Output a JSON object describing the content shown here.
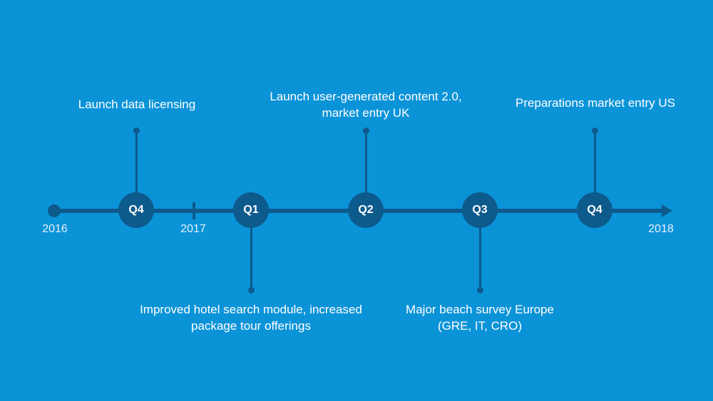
{
  "colors": {
    "background": "#0b93d8",
    "timeline": "#0d5a8c",
    "text": "#ffffff"
  },
  "years": {
    "start": "2016",
    "middle": "2017",
    "end": "2018"
  },
  "milestones": [
    {
      "quarter": "Q4",
      "position": "above",
      "text": "Launch data licensing"
    },
    {
      "quarter": "Q1",
      "position": "below",
      "text": "Improved hotel search module, increased package tour offerings"
    },
    {
      "quarter": "Q2",
      "position": "above",
      "text": "Launch user-generated content 2.0, market entry UK"
    },
    {
      "quarter": "Q3",
      "position": "below",
      "text": "Major beach survey Europe (GRE, IT, CRO)"
    },
    {
      "quarter": "Q4",
      "position": "above",
      "text": "Preparations market entry US"
    }
  ]
}
